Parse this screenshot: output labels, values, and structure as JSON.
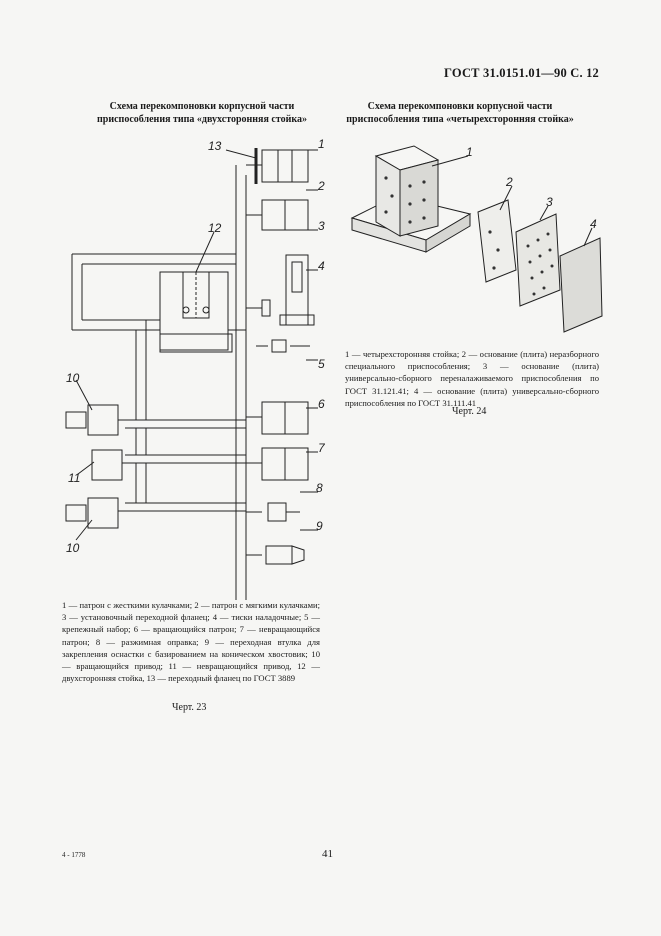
{
  "header": {
    "doc_code": "ГОСТ 31.0151.01—90 С. 12"
  },
  "left_figure": {
    "title": "Схема перекомпоновки корпусной части приспособления типа «двухсторонняя стойка»",
    "labels": [
      "1",
      "2",
      "3",
      "4",
      "5",
      "6",
      "7",
      "8",
      "9",
      "10",
      "11",
      "10",
      "12",
      "13"
    ],
    "caption": "1 — патрон с жесткими кулачками; 2 — патрон с мягкими кулачками; 3 — установочный переходной фланец; 4 — тиски наладочные; 5 — крепежный набор; 6 — вращающийся патрон; 7 — невращающийся патрон; 8 — разжимная оправка; 9 — переходная втулка для закрепления оснастки с базированием на коническом хвостовик; 10 — вращающийся привод; 11 — невращающийся привод, 12 — двухсторонняя стойка, 13 — переходный фланец по ГОСТ 3889",
    "figure_label": "Черт. 23"
  },
  "right_figure": {
    "title": "Схема перекомпоновки корпусной части приспособления типа «четырехсторонняя стойка»",
    "labels": [
      "1",
      "2",
      "3",
      "4"
    ],
    "caption": "1 — четырехсторонняя стойка; 2 — основание (плита) неразборного специального приспособления; 3 — основание (плита) универсально-сборного переналаживаемого приспособления по ГОСТ 31.121.41; 4 — основание (плита) универсально-сборного приспособления по ГОСТ 31.111.41",
    "figure_label": "Черт. 24"
  },
  "footer": {
    "page_number": "41",
    "print_code": "4 - 1778"
  }
}
